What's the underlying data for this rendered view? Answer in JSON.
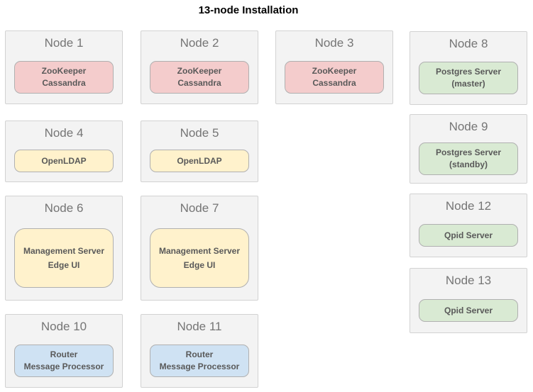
{
  "title": "13-node Installation",
  "palette": {
    "page_bg": "#ffffff",
    "node_bg": "#f3f3f3",
    "node_border": "#d2d2d2",
    "component_border": "#b0b0b0",
    "title_color": "#000000",
    "node_label_color": "#757575",
    "component_text_color": "#595959",
    "zookeeper_cassandra": "#f4cccc",
    "openldap_management": "#fff2cc",
    "postgres_qpid": "#d9ead3",
    "router_message_processor": "#cfe2f3"
  },
  "nodes": [
    {
      "label": "Node 1",
      "components": [
        "ZooKeeper",
        "Cassandra"
      ],
      "color_key": "zookeeper_cassandra"
    },
    {
      "label": "Node 2",
      "components": [
        "ZooKeeper",
        "Cassandra"
      ],
      "color_key": "zookeeper_cassandra"
    },
    {
      "label": "Node 3",
      "components": [
        "ZooKeeper",
        "Cassandra"
      ],
      "color_key": "zookeeper_cassandra"
    },
    {
      "label": "Node 8",
      "components": [
        "Postgres Server",
        "(master)"
      ],
      "color_key": "postgres_qpid"
    },
    {
      "label": "Node 4",
      "components": [
        "OpenLDAP"
      ],
      "color_key": "openldap_management"
    },
    {
      "label": "Node 5",
      "components": [
        "OpenLDAP"
      ],
      "color_key": "openldap_management"
    },
    {
      "label": "Node 9",
      "components": [
        "Postgres Server",
        "(standby)"
      ],
      "color_key": "postgres_qpid"
    },
    {
      "label": "Node 6",
      "components": [
        "Management Server",
        "Edge UI"
      ],
      "color_key": "openldap_management"
    },
    {
      "label": "Node 7",
      "components": [
        "Management Server",
        "Edge UI"
      ],
      "color_key": "openldap_management"
    },
    {
      "label": "Node 12",
      "components": [
        "Qpid Server"
      ],
      "color_key": "postgres_qpid"
    },
    {
      "label": "Node 13",
      "components": [
        "Qpid Server"
      ],
      "color_key": "postgres_qpid"
    },
    {
      "label": "Node 10",
      "components": [
        "Router",
        "Message Processor"
      ],
      "color_key": "router_message_processor"
    },
    {
      "label": "Node 11",
      "components": [
        "Router",
        "Message Processor"
      ],
      "color_key": "router_message_processor"
    }
  ]
}
